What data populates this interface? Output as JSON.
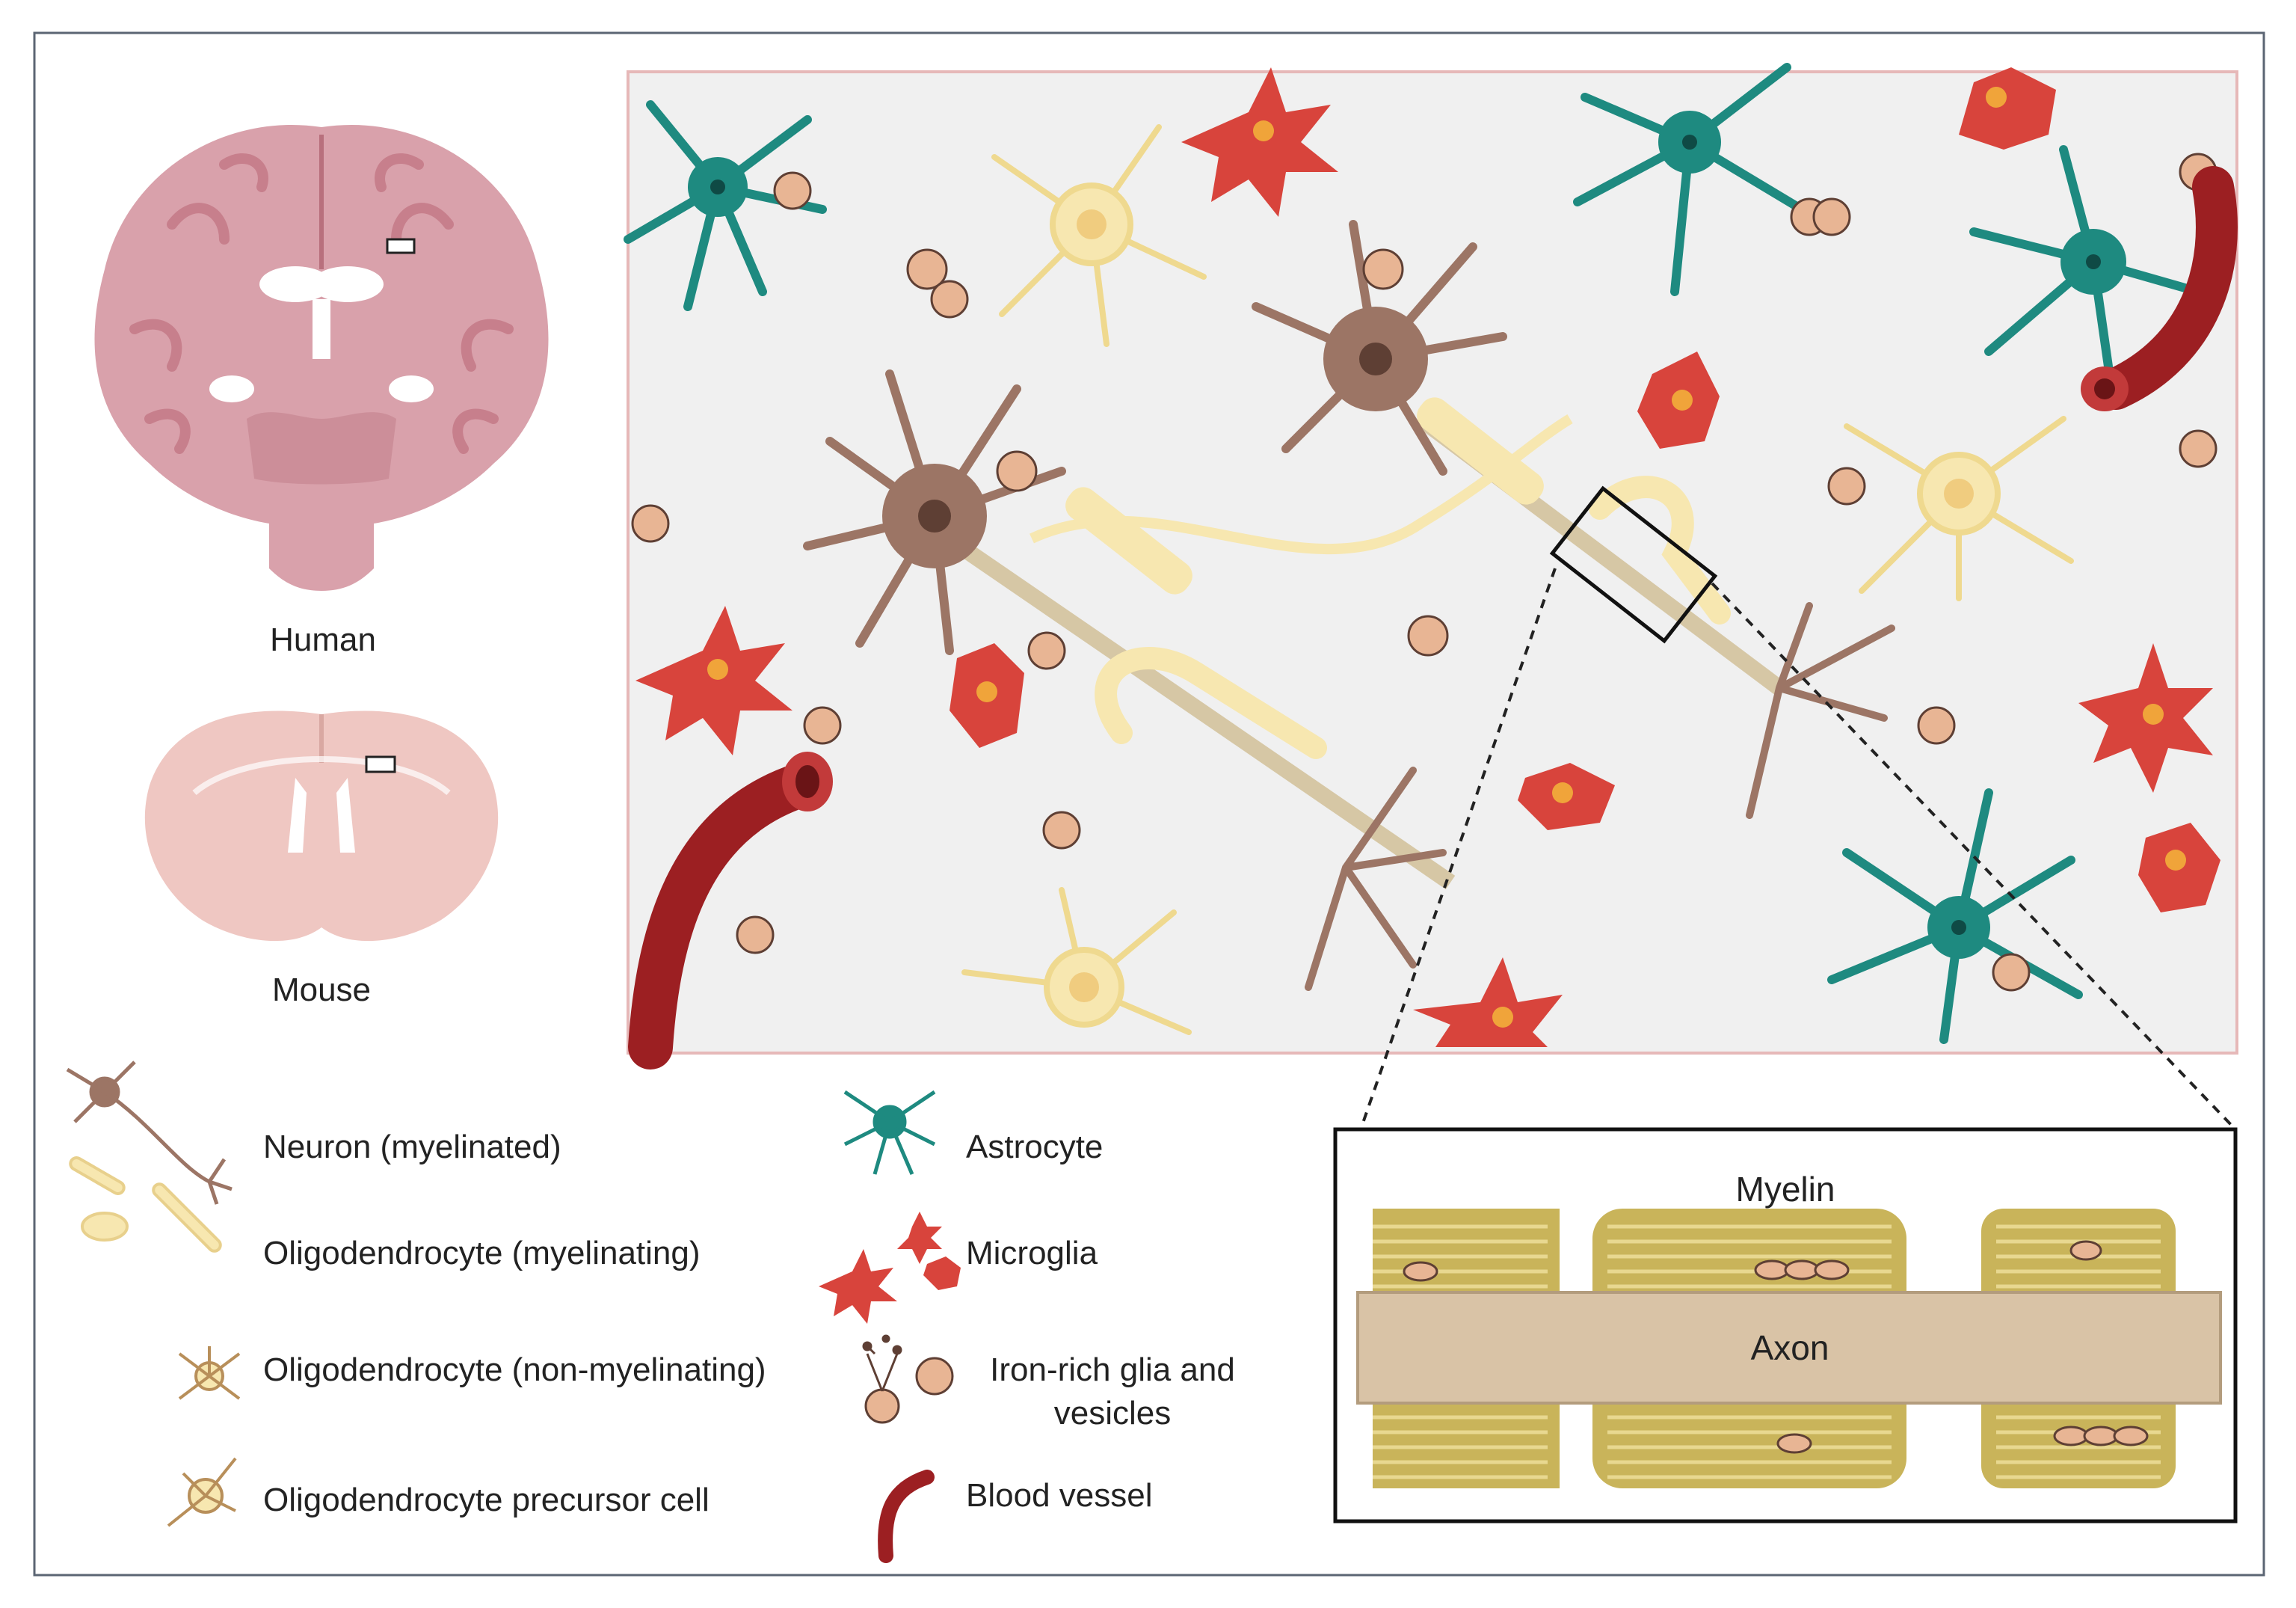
{
  "brain_labels": {
    "human": "Human",
    "mouse": "Mouse"
  },
  "inset": {
    "myelin": "Myelin",
    "axon": "Axon"
  },
  "legend": {
    "neuron": "Neuron (myelinated)",
    "oligo_myelinating": "Oligodendrocyte (myelinating)",
    "oligo_non_myelinating": "Oligodendrocyte (non-myelinating)",
    "opc": "Oligodendrocyte precursor cell",
    "astrocyte": "Astrocyte",
    "microglia": "Microglia",
    "iron_line1": "Iron-rich glia and",
    "iron_line2": "vesicles",
    "blood_vessel": "Blood vessel"
  },
  "colors": {
    "neuron": "#9c7565",
    "oligodendrocyte": "#f7e7b0",
    "astrocyte": "#1e8a80",
    "microglia": "#d8443c",
    "iron": "#e8b594",
    "vessel": "#9c1f22",
    "myelin": "#c9b45a",
    "axon": "#d9c3a6",
    "panel_bg": "#f0f0f0",
    "panel_border": "#e6b8b8"
  }
}
